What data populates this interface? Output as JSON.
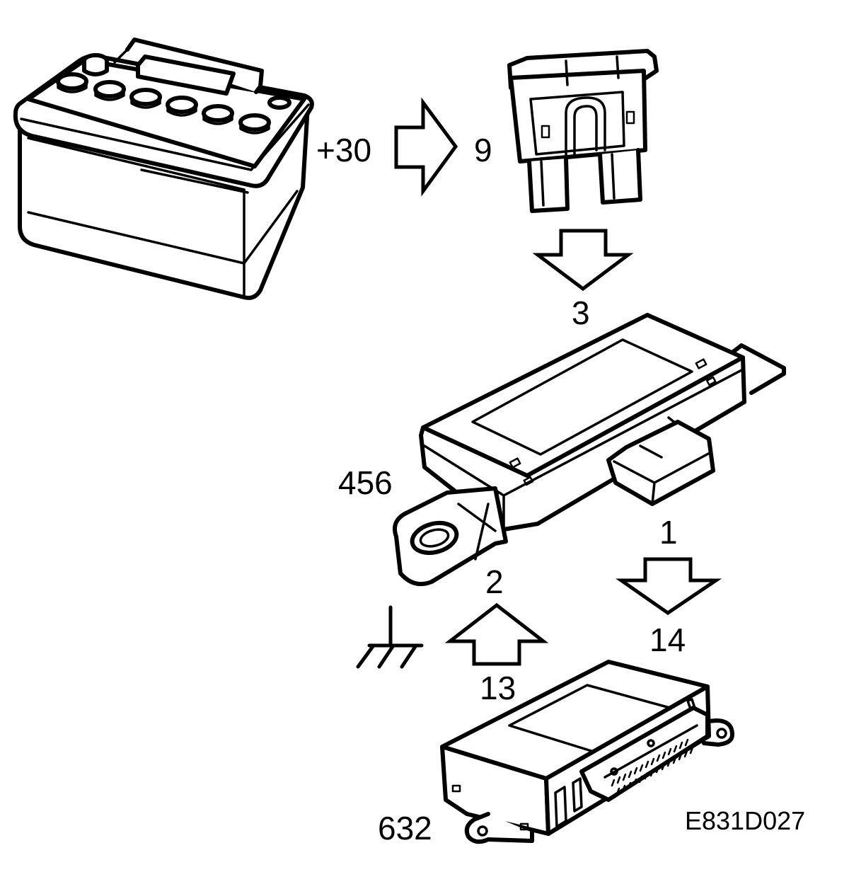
{
  "labels": {
    "battery_terminal": "+30",
    "fuse_number": "9",
    "module_pin_in": "3",
    "module_number": "456",
    "module_pin_out": "1",
    "module_pin_ground": "2",
    "ecu_pin_in": "14",
    "ecu_pin_ground": "13",
    "ecu_number": "632",
    "figure_code": "E831D027"
  },
  "icons": {
    "battery": "car-battery-icon",
    "fuse": "blade-fuse-icon",
    "module": "control-module-icon",
    "ecu": "control-unit-icon",
    "ground": "ground-symbol-icon"
  },
  "colors": {
    "line": "#000000",
    "background": "#ffffff"
  }
}
